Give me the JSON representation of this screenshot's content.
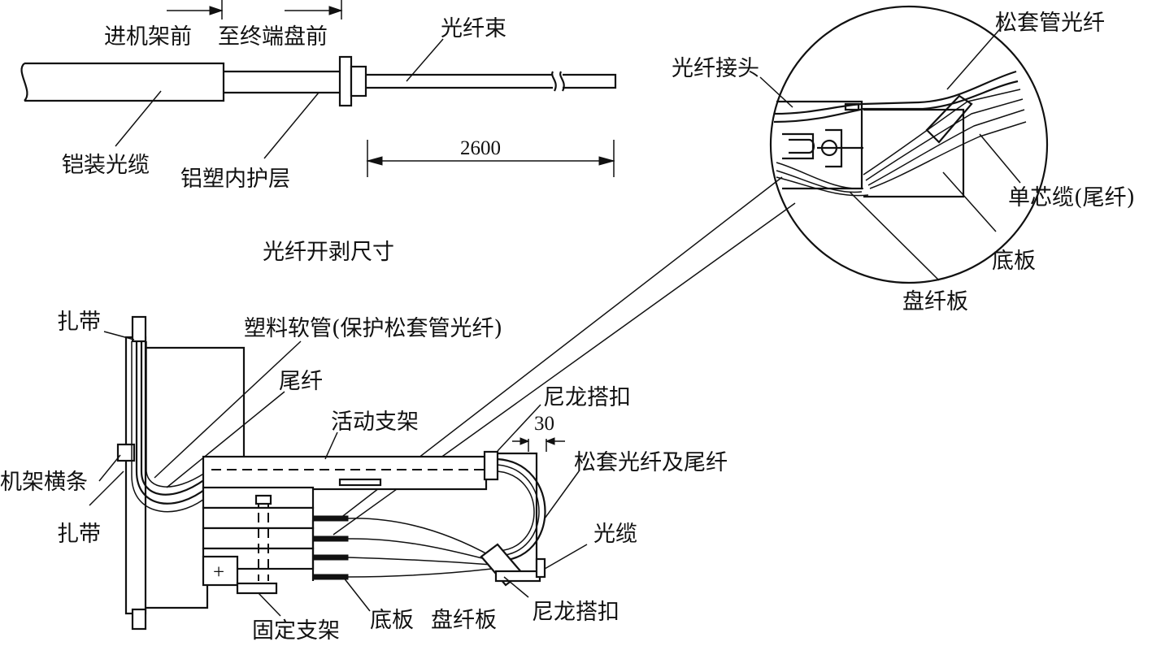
{
  "labels": {
    "top": {
      "enter_rack": "进机架前",
      "to_terminal": "至终端盘前",
      "fiber_bundle": "光纤束",
      "armored_cable": "铠装光缆",
      "aluminum_plastic_sheath": "铝塑内护层",
      "dimension": "2600",
      "stripping_caption": "光纤开剥尺寸"
    },
    "detail": {
      "loose_tube_fiber": "松套管光纤",
      "fiber_connector": "光纤接头",
      "single_core_pigtail": "单芯缆(尾纤)",
      "base_plate": "底板",
      "splice_tray": "盘纤板"
    },
    "main": {
      "cable_tie_top": "扎带",
      "plastic_hose": "塑料软管(保护松套管光纤)",
      "pigtail": "尾纤",
      "movable_bracket": "活动支架",
      "nylon_clasp_top": "尼龙搭扣",
      "dimension_30": "30",
      "loose_fiber_and_pigtail": "松套光纤及尾纤",
      "rack_crossbar": "机架横条",
      "cable_tie_bottom": "扎带",
      "optical_cable": "光缆",
      "fixed_bracket": "固定支架",
      "base_plate": "底板",
      "splice_tray": "盘纤板",
      "nylon_clasp_bottom": "尼龙搭扣",
      "plus_mark": "+"
    }
  }
}
